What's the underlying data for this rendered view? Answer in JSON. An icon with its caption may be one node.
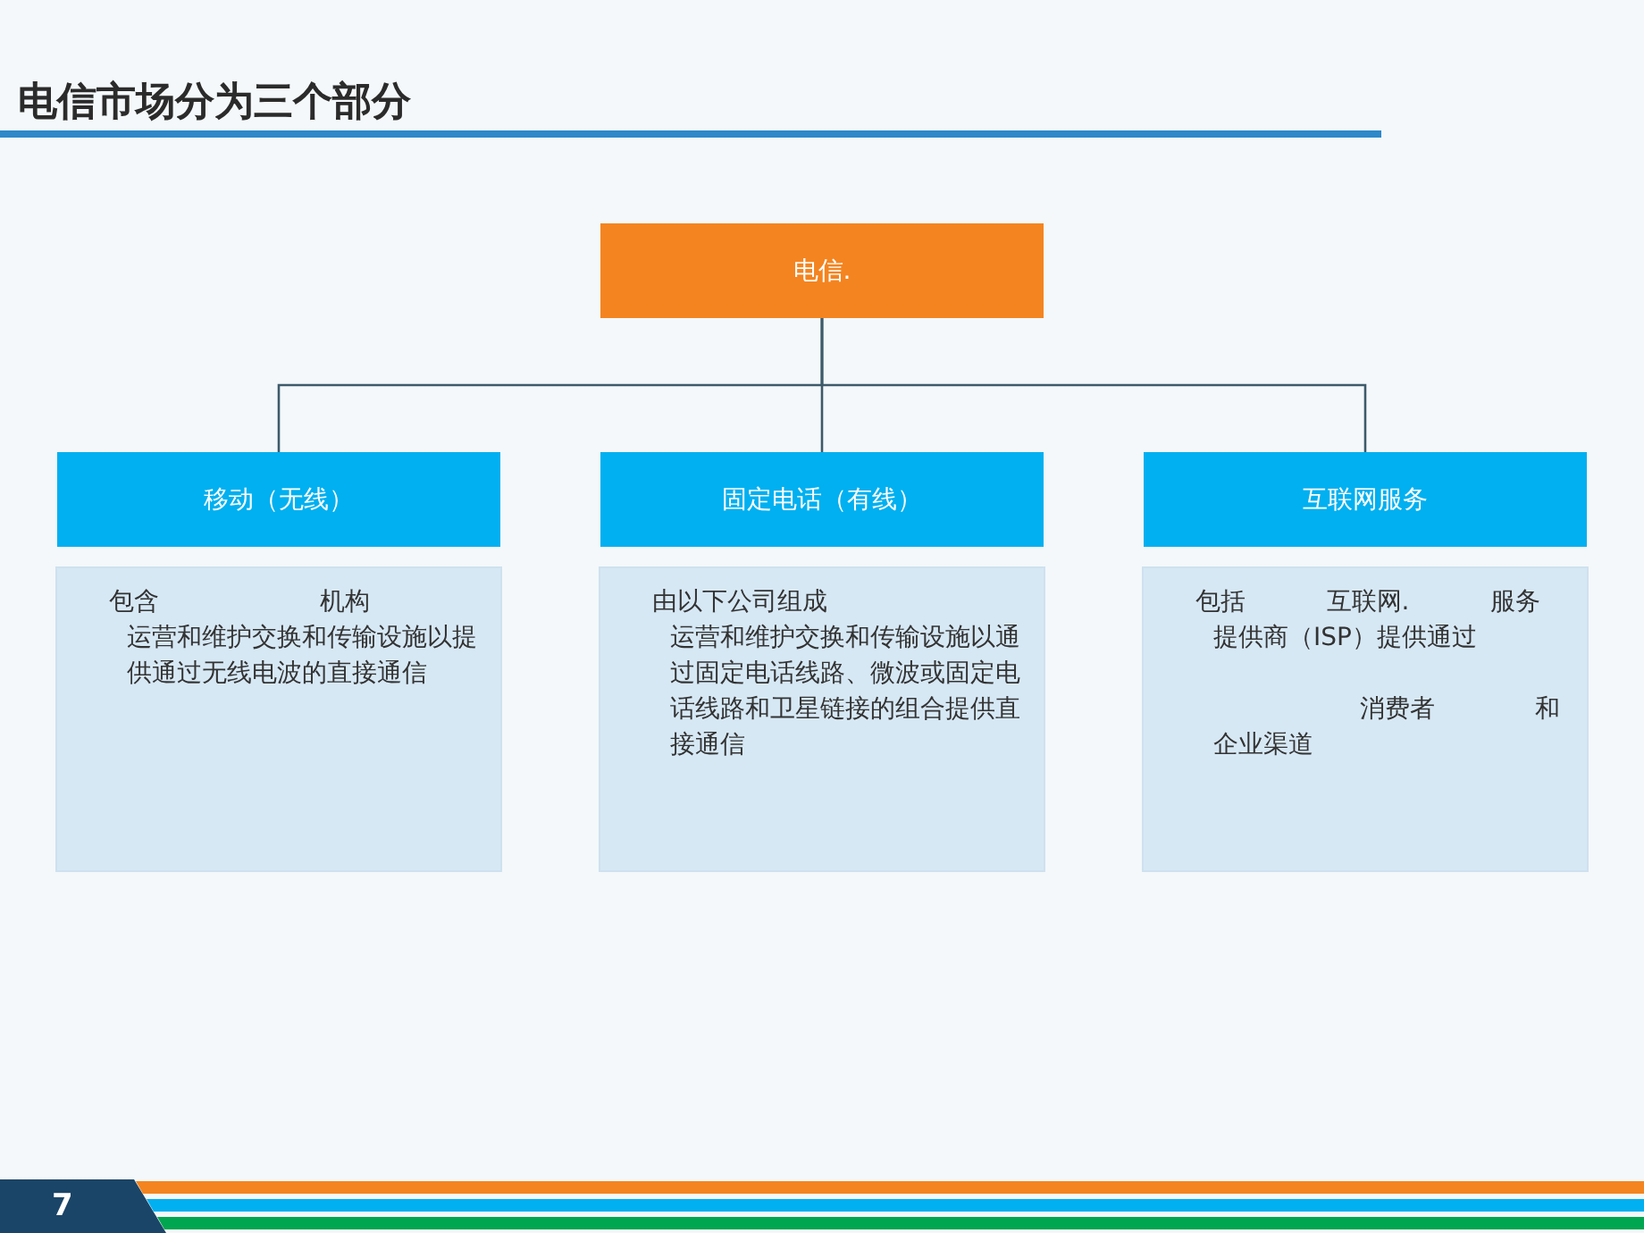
{
  "diagram": {
    "title": "电信市场分为三个部分",
    "nodes": [
      {
        "text": [
          "电信."
        ]
      },
      {
        "text": [
          "移动（无线）"
        ]
      },
      {
        "text": [
          "固定电话（有线）"
        ]
      },
      {
        "text": [
          "互联网服务"
        ]
      },
      {
        "text": [
          "包含 机构",
          "运营和维护交换和传输设施以提供通过无线电波的直接通信"
        ]
      },
      {
        "text": [
          "由以下公司组成",
          "运营和维护交换和传输设施以通过固定电话线路、微波或固定电话线路和卫星链接的组合提供直接通信"
        ]
      },
      {
        "text": [
          "包括 互联网. 服务",
          "提供商（ISP）提供通过",
          "消费者 和",
          "企业渠道"
        ]
      }
    ],
    "edges": [
      {
        "from": 0,
        "to": 1,
        "arrow": "none"
      },
      {
        "from": 0,
        "to": 2,
        "arrow": "none"
      },
      {
        "from": 0,
        "to": 3,
        "arrow": "none"
      }
    ],
    "labels": [
      "7"
    ]
  }
}
